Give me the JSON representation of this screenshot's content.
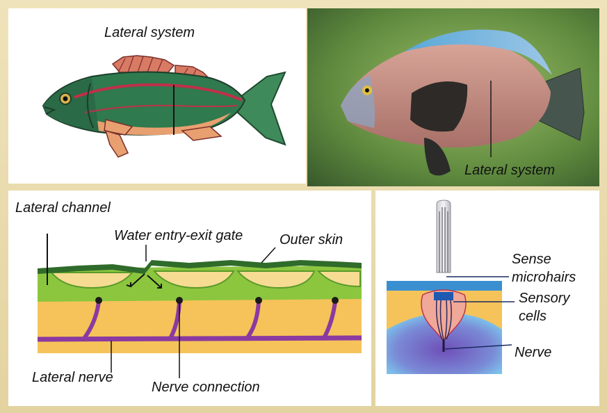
{
  "panels": {
    "fish_drawing": {
      "label": "Lateral system"
    },
    "fish_photo": {
      "label": "Lateral system"
    },
    "cross_section": {
      "lateral_channel": "Lateral channel",
      "water_gate": "Water entry-exit gate",
      "outer_skin": "Outer skin",
      "lateral_nerve": "Lateral nerve",
      "nerve_connection": "Nerve connection"
    },
    "sensory_cell": {
      "sense_line1": "Sense",
      "sense_line2": "microhairs",
      "sensory_line1": "Sensory",
      "sensory_line2": "cells",
      "nerve": "Nerve"
    }
  },
  "colors": {
    "fish_body": "#2f7a4e",
    "lateral_line": "#c0304a",
    "fin": "#e8a070",
    "channel_green": "#8cc63f",
    "tissue_yellow": "#f5c35a",
    "nerve_purple": "#8a3aa0",
    "photo_fish": "#c78f86",
    "photo_bg": "#4e7a3a"
  }
}
